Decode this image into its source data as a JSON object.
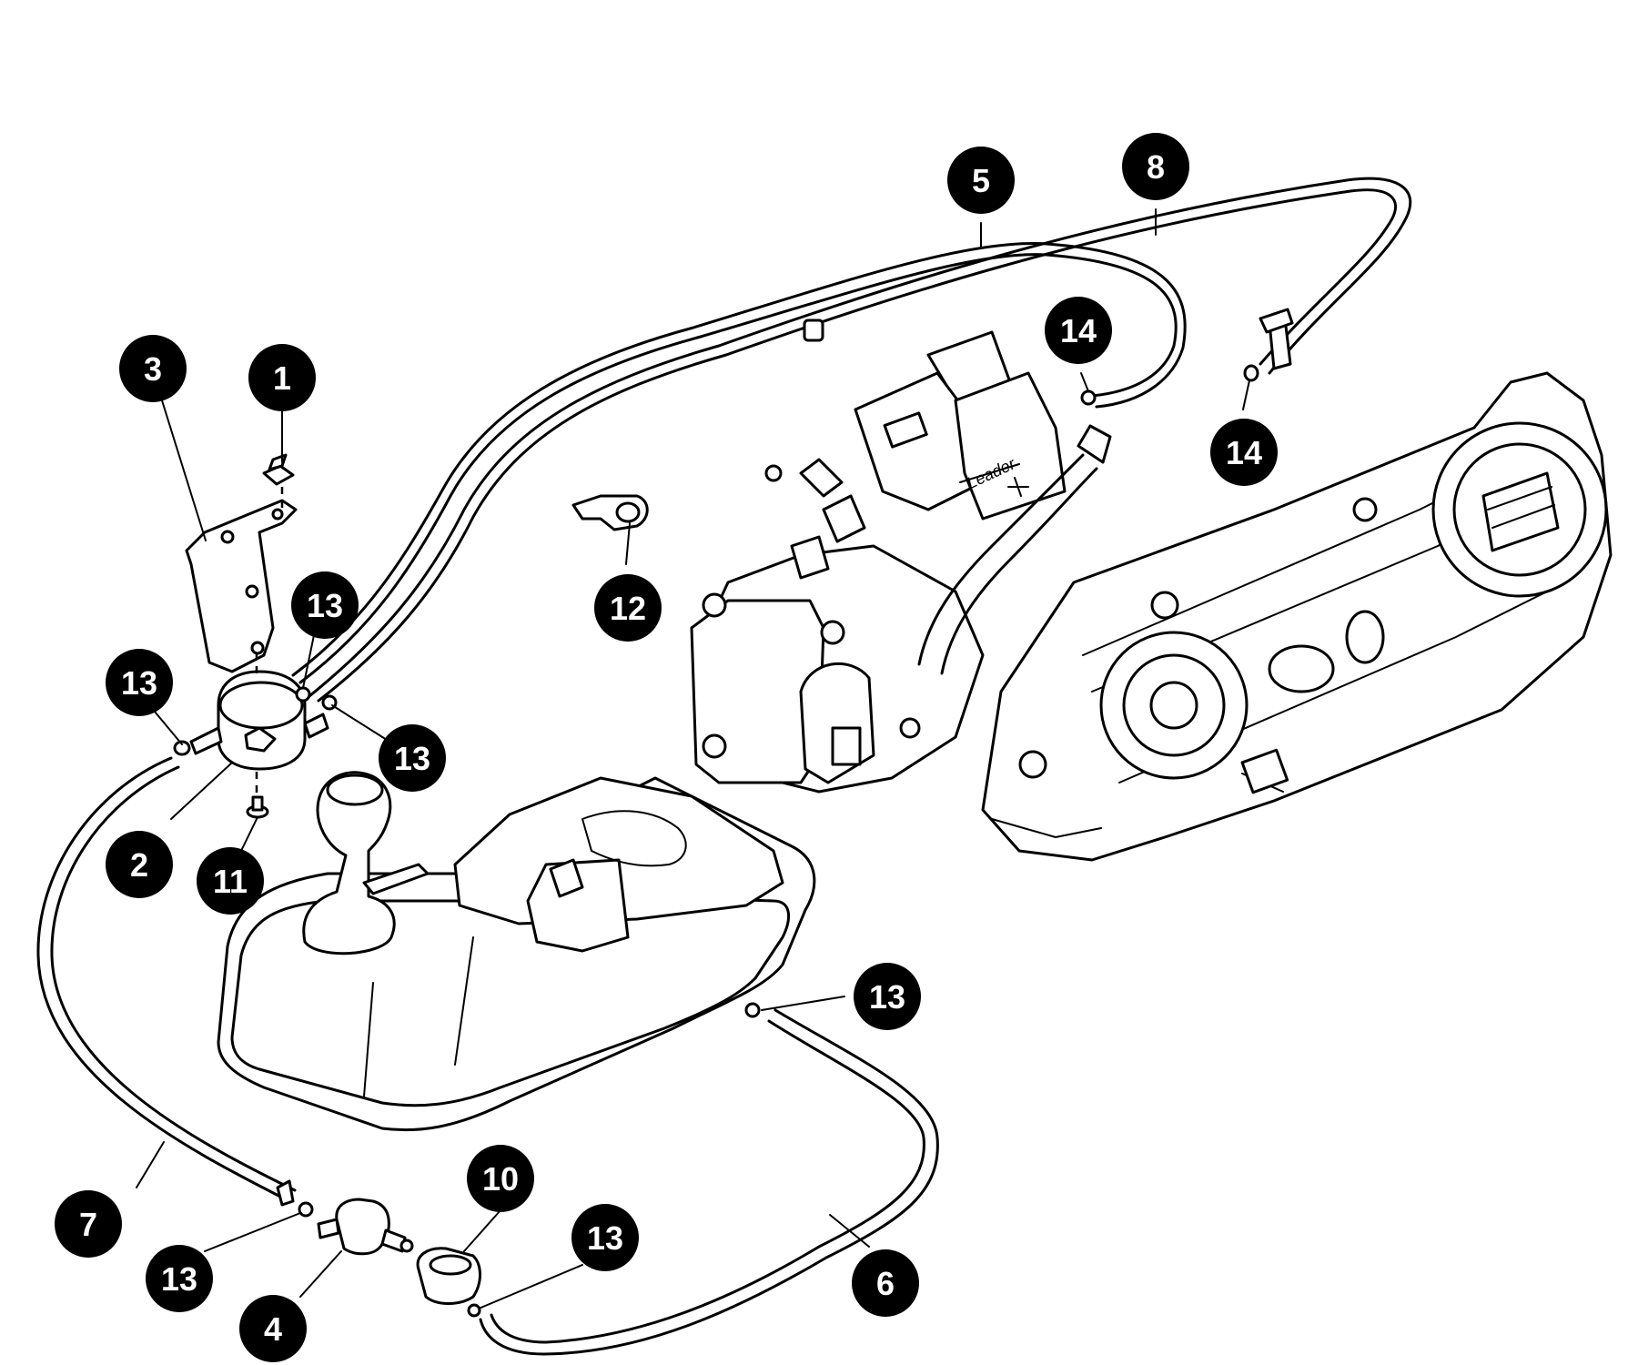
{
  "callouts": [
    {
      "id": "c1",
      "label": "1"
    },
    {
      "id": "c2",
      "label": "2"
    },
    {
      "id": "c3",
      "label": "3"
    },
    {
      "id": "c4",
      "label": "4"
    },
    {
      "id": "c5",
      "label": "5"
    },
    {
      "id": "c6",
      "label": "6"
    },
    {
      "id": "c7",
      "label": "7"
    },
    {
      "id": "c8",
      "label": "8"
    },
    {
      "id": "c10",
      "label": "10"
    },
    {
      "id": "c11",
      "label": "11"
    },
    {
      "id": "c12",
      "label": "12"
    },
    {
      "id": "c13a",
      "label": "13"
    },
    {
      "id": "c13b",
      "label": "13"
    },
    {
      "id": "c13c",
      "label": "13"
    },
    {
      "id": "c13d",
      "label": "13"
    },
    {
      "id": "c13e",
      "label": "13"
    },
    {
      "id": "c13f",
      "label": "13"
    },
    {
      "id": "c14a",
      "label": "14"
    },
    {
      "id": "c14b",
      "label": "14"
    }
  ],
  "engine_brand_marking": "Leader"
}
